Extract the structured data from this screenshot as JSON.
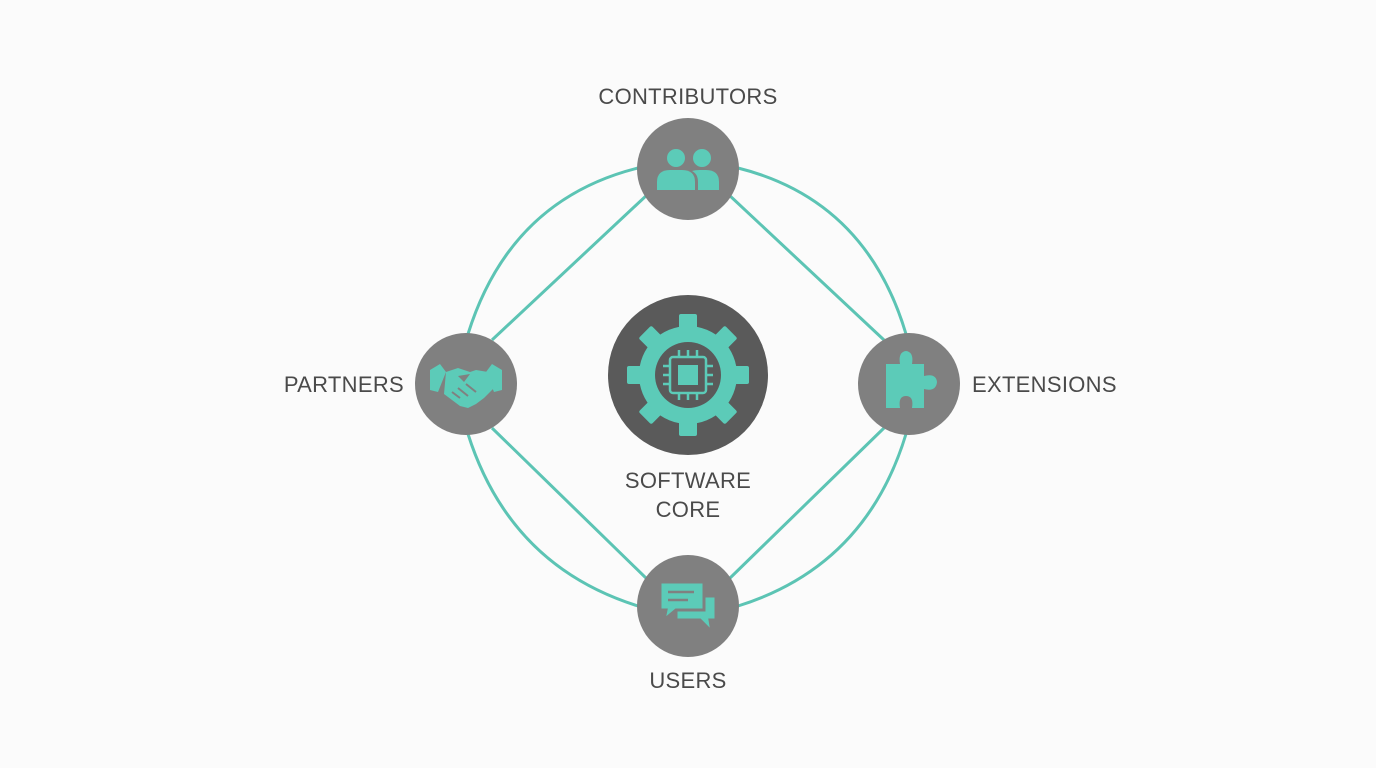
{
  "colors": {
    "background": "#fbfbfb",
    "connector": "#5cc4b4",
    "node_fill": "#808080",
    "core_fill": "#5a5a5a",
    "icon_accent": "#5ccbb8",
    "text": "#4a4a4a"
  },
  "core": {
    "label_line1": "SOFTWARE",
    "label_line2": "CORE",
    "icon": "gear-chip-icon"
  },
  "nodes": {
    "contributors": {
      "label": "CONTRIBUTORS",
      "icon": "people-icon"
    },
    "partners": {
      "label": "PARTNERS",
      "icon": "handshake-icon"
    },
    "extensions": {
      "label": "EXTENSIONS",
      "icon": "puzzle-piece-icon"
    },
    "users": {
      "label": "USERS",
      "icon": "chat-bubbles-icon"
    }
  }
}
